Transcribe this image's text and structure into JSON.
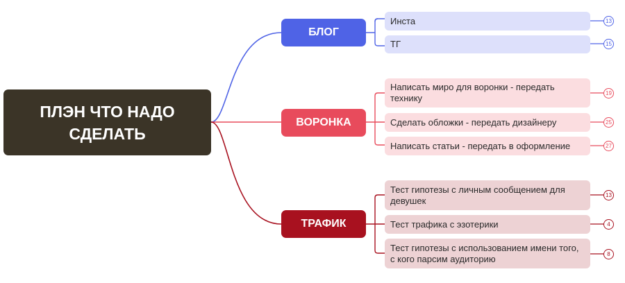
{
  "root": {
    "title": "ПЛЭН ЧТО НАДО\nСДЕЛАТЬ"
  },
  "colors": {
    "root": "#3b3427",
    "blog": "#4f63e6",
    "funnel": "#e84b5c",
    "traffic": "#a8111f",
    "blog_leaf": "#dde0fb",
    "funnel_leaf": "#fbdde0",
    "traffic_leaf": "#edd2d4"
  },
  "branches": [
    {
      "label": "БЛОГ",
      "items": [
        {
          "text": "Инста",
          "count": "13"
        },
        {
          "text": "ТГ",
          "count": "15"
        }
      ]
    },
    {
      "label": "ВОРОНКА",
      "items": [
        {
          "text": "Написать миро для воронки - передать технику",
          "count": "19"
        },
        {
          "text": "Сделать обложки - передать дизайнеру",
          "count": "25"
        },
        {
          "text": "Написать статьи - передать в оформление",
          "count": "27"
        }
      ]
    },
    {
      "label": "ТРАФИК",
      "items": [
        {
          "text": "Тест гипотезы с личным сообщением для девушек",
          "count": "13"
        },
        {
          "text": "Тест трафика с эзотерики",
          "count": "4"
        },
        {
          "text": "Тест гипотезы с использованием имени того, с кого парсим аудиторию",
          "count": "8"
        }
      ]
    }
  ]
}
